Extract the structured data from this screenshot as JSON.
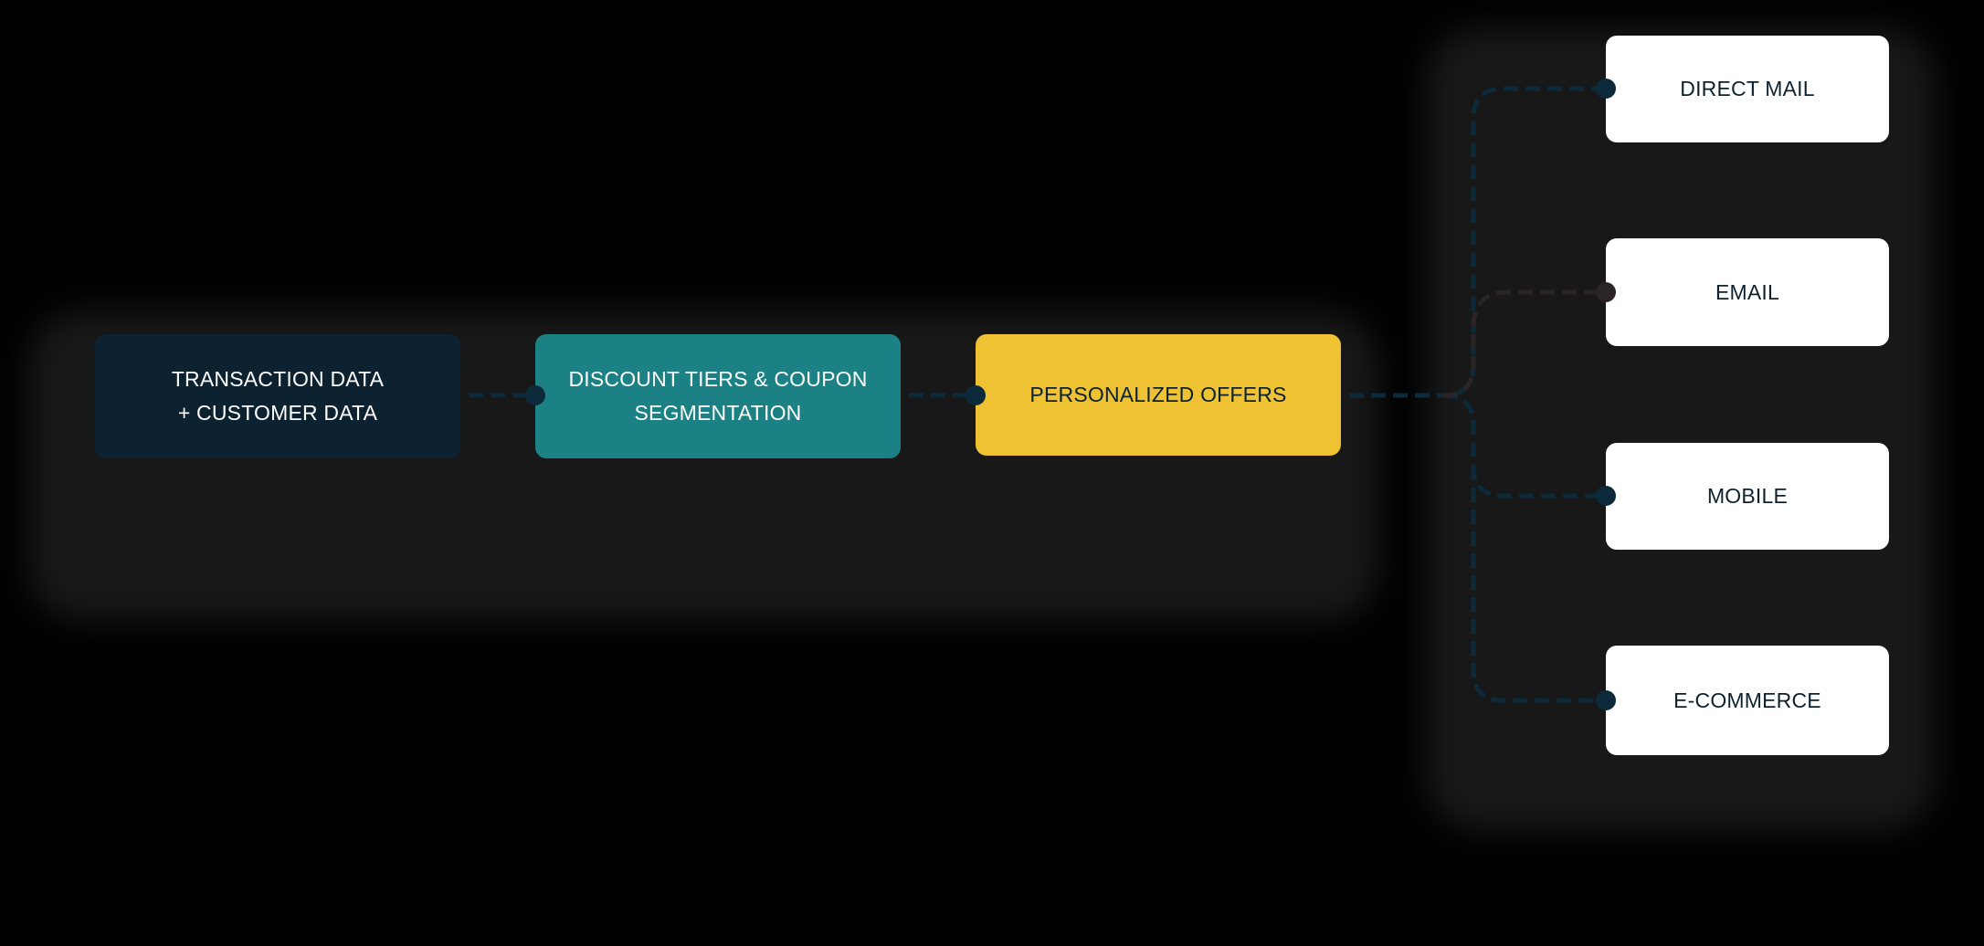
{
  "diagram": {
    "type": "flow",
    "colors": {
      "background": "#000000",
      "node_dark": "#0d2230",
      "node_teal": "#1b8185",
      "node_yellow": "#eec232",
      "node_white": "#ffffff",
      "text_light": "#ffffff",
      "text_dark": "#0d2230",
      "connector": "#0d2a3a",
      "connector_email": "#2a2426"
    },
    "stages": [
      {
        "id": "source",
        "label": "TRANSACTION DATA\n+ CUSTOMER DATA"
      },
      {
        "id": "segmentation",
        "label": "DISCOUNT TIERS & COUPON\nSEGMENTATION"
      },
      {
        "id": "offers",
        "label": "PERSONALIZED OFFERS"
      }
    ],
    "channels": [
      {
        "id": "direct-mail",
        "label": "DIRECT MAIL"
      },
      {
        "id": "email",
        "label": "EMAIL"
      },
      {
        "id": "mobile",
        "label": "MOBILE"
      },
      {
        "id": "ecommerce",
        "label": "E-COMMERCE"
      }
    ],
    "edges": [
      {
        "from": "source",
        "to": "segmentation",
        "style": "dashed"
      },
      {
        "from": "segmentation",
        "to": "offers",
        "style": "dashed"
      },
      {
        "from": "offers",
        "to": "direct-mail",
        "style": "dashed"
      },
      {
        "from": "offers",
        "to": "email",
        "style": "dashed"
      },
      {
        "from": "offers",
        "to": "mobile",
        "style": "dashed"
      },
      {
        "from": "offers",
        "to": "ecommerce",
        "style": "dashed"
      }
    ]
  }
}
